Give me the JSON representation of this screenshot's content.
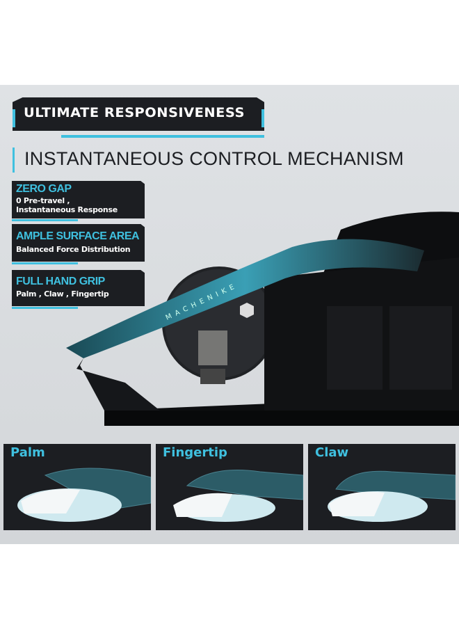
{
  "header": {
    "title": "ULTIMATE RESPONSIVENESS",
    "subtitle": "INSTANTANEOUS CONTROL MECHANISM"
  },
  "features": [
    {
      "title": "ZERO GAP",
      "lines": [
        "0 Pre-travel ,",
        "Instantaneous Response"
      ]
    },
    {
      "title": "AMPLE SURFACE AREA",
      "lines": [
        "Balanced Force Distribution"
      ]
    },
    {
      "title": "FULL HAND GRIP",
      "lines": [
        "Palm , Claw , Fingertip"
      ]
    }
  ],
  "product": {
    "brand_logo": "MACHENIKE"
  },
  "grips": [
    {
      "label": "Palm"
    },
    {
      "label": "Fingertip"
    },
    {
      "label": "Claw"
    }
  ],
  "colors": {
    "accent": "#3fc0df",
    "panel": "#1c1e22",
    "background": "#d9dcdf"
  }
}
